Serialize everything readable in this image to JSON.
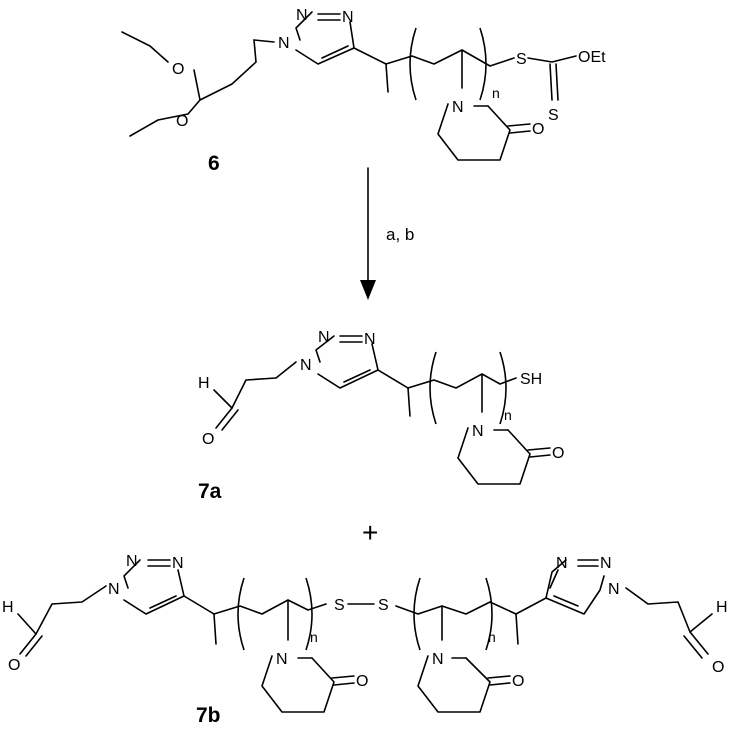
{
  "compounds": {
    "c6": {
      "label": "6"
    },
    "c7a": {
      "label": "7a"
    },
    "c7b": {
      "label": "7b"
    }
  },
  "reaction": {
    "conditions": "a, b",
    "plus": "+"
  },
  "atoms": {
    "N": "N",
    "O": "O",
    "S": "S",
    "H": "H",
    "OEt": "OEt",
    "SH": "SH",
    "n": "n"
  }
}
